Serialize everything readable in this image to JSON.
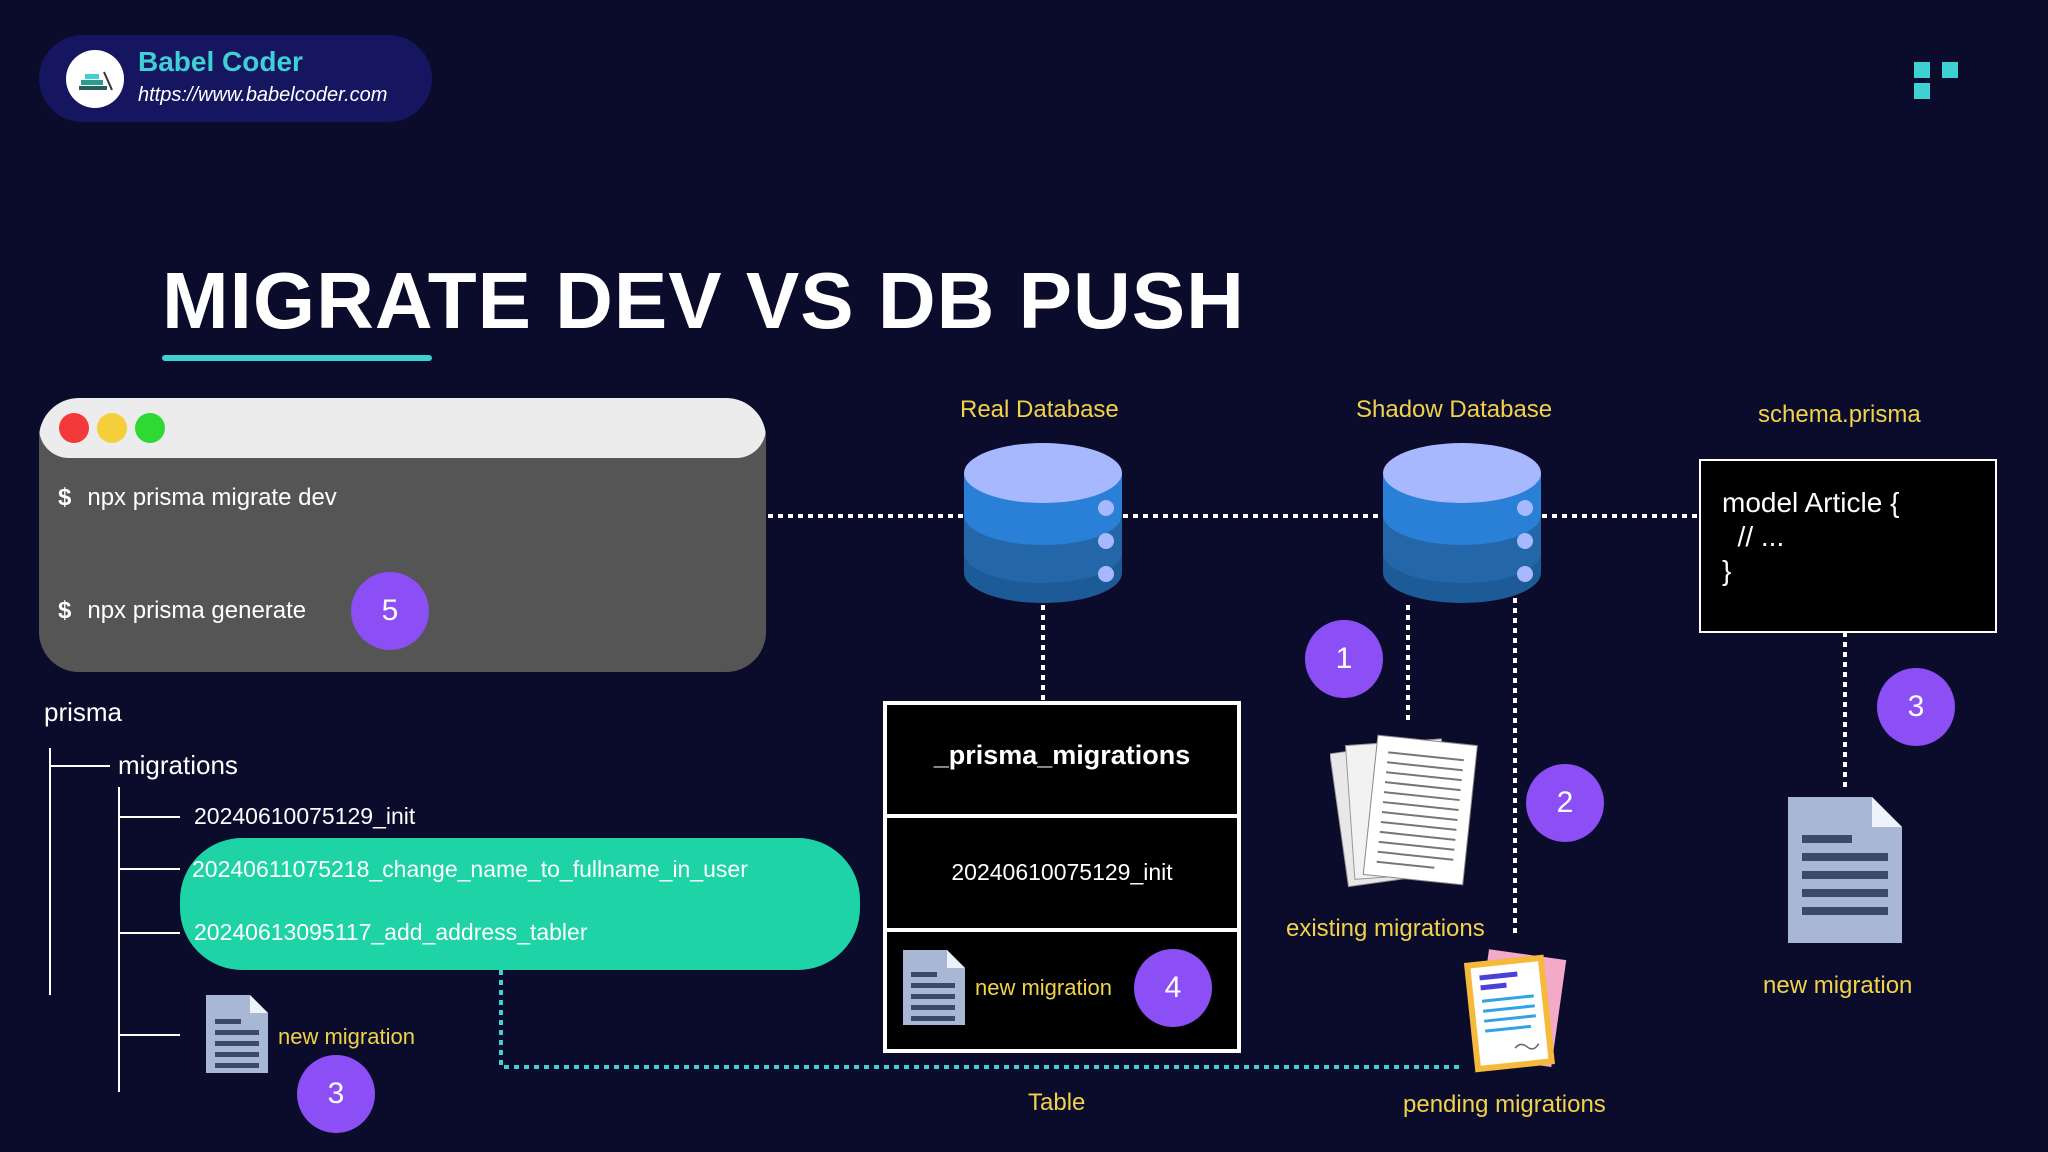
{
  "brand": {
    "name": "Babel Coder",
    "url": "https://www.babelcoder.com"
  },
  "title": "MIGRATE DEV VS DB PUSH",
  "terminal": {
    "commands": [
      {
        "prompt": "$",
        "text": "npx prisma migrate dev"
      },
      {
        "prompt": "$",
        "text": "npx prisma generate"
      }
    ],
    "step_badge": "5"
  },
  "tree": {
    "root": "prisma",
    "folder": "migrations",
    "items": [
      "20240610075129_init",
      "20240611075218_change_name_to_fullname_in_user",
      "20240613095117_add_address_tabler"
    ],
    "new_item": "new migration",
    "step_badge": "3"
  },
  "real_database": {
    "label": "Real Database",
    "table": {
      "name": "_prisma_migrations",
      "rows": [
        "20240610075129_init"
      ],
      "new_row": "new migration",
      "step_badge": "4"
    },
    "table_caption": "Table"
  },
  "shadow_database": {
    "label": "Shadow Database",
    "step_existing": "1",
    "existing_label": "existing migrations",
    "step_pending": "2",
    "pending_label": "pending migrations"
  },
  "schema": {
    "label": "schema.prisma",
    "code": "model Article {\n  // ...\n}",
    "step_badge": "3",
    "new_label": "new migration"
  },
  "colors": {
    "background": "#0b0b2b",
    "accent": "#3fd0d4",
    "badge": "#8b4ff5",
    "highlight": "#1ed3a6",
    "label": "#f0d34a",
    "db_top": "#a8b8ff",
    "db_mid": "#2a7fd6",
    "db_bottom": "#1c5a98"
  }
}
